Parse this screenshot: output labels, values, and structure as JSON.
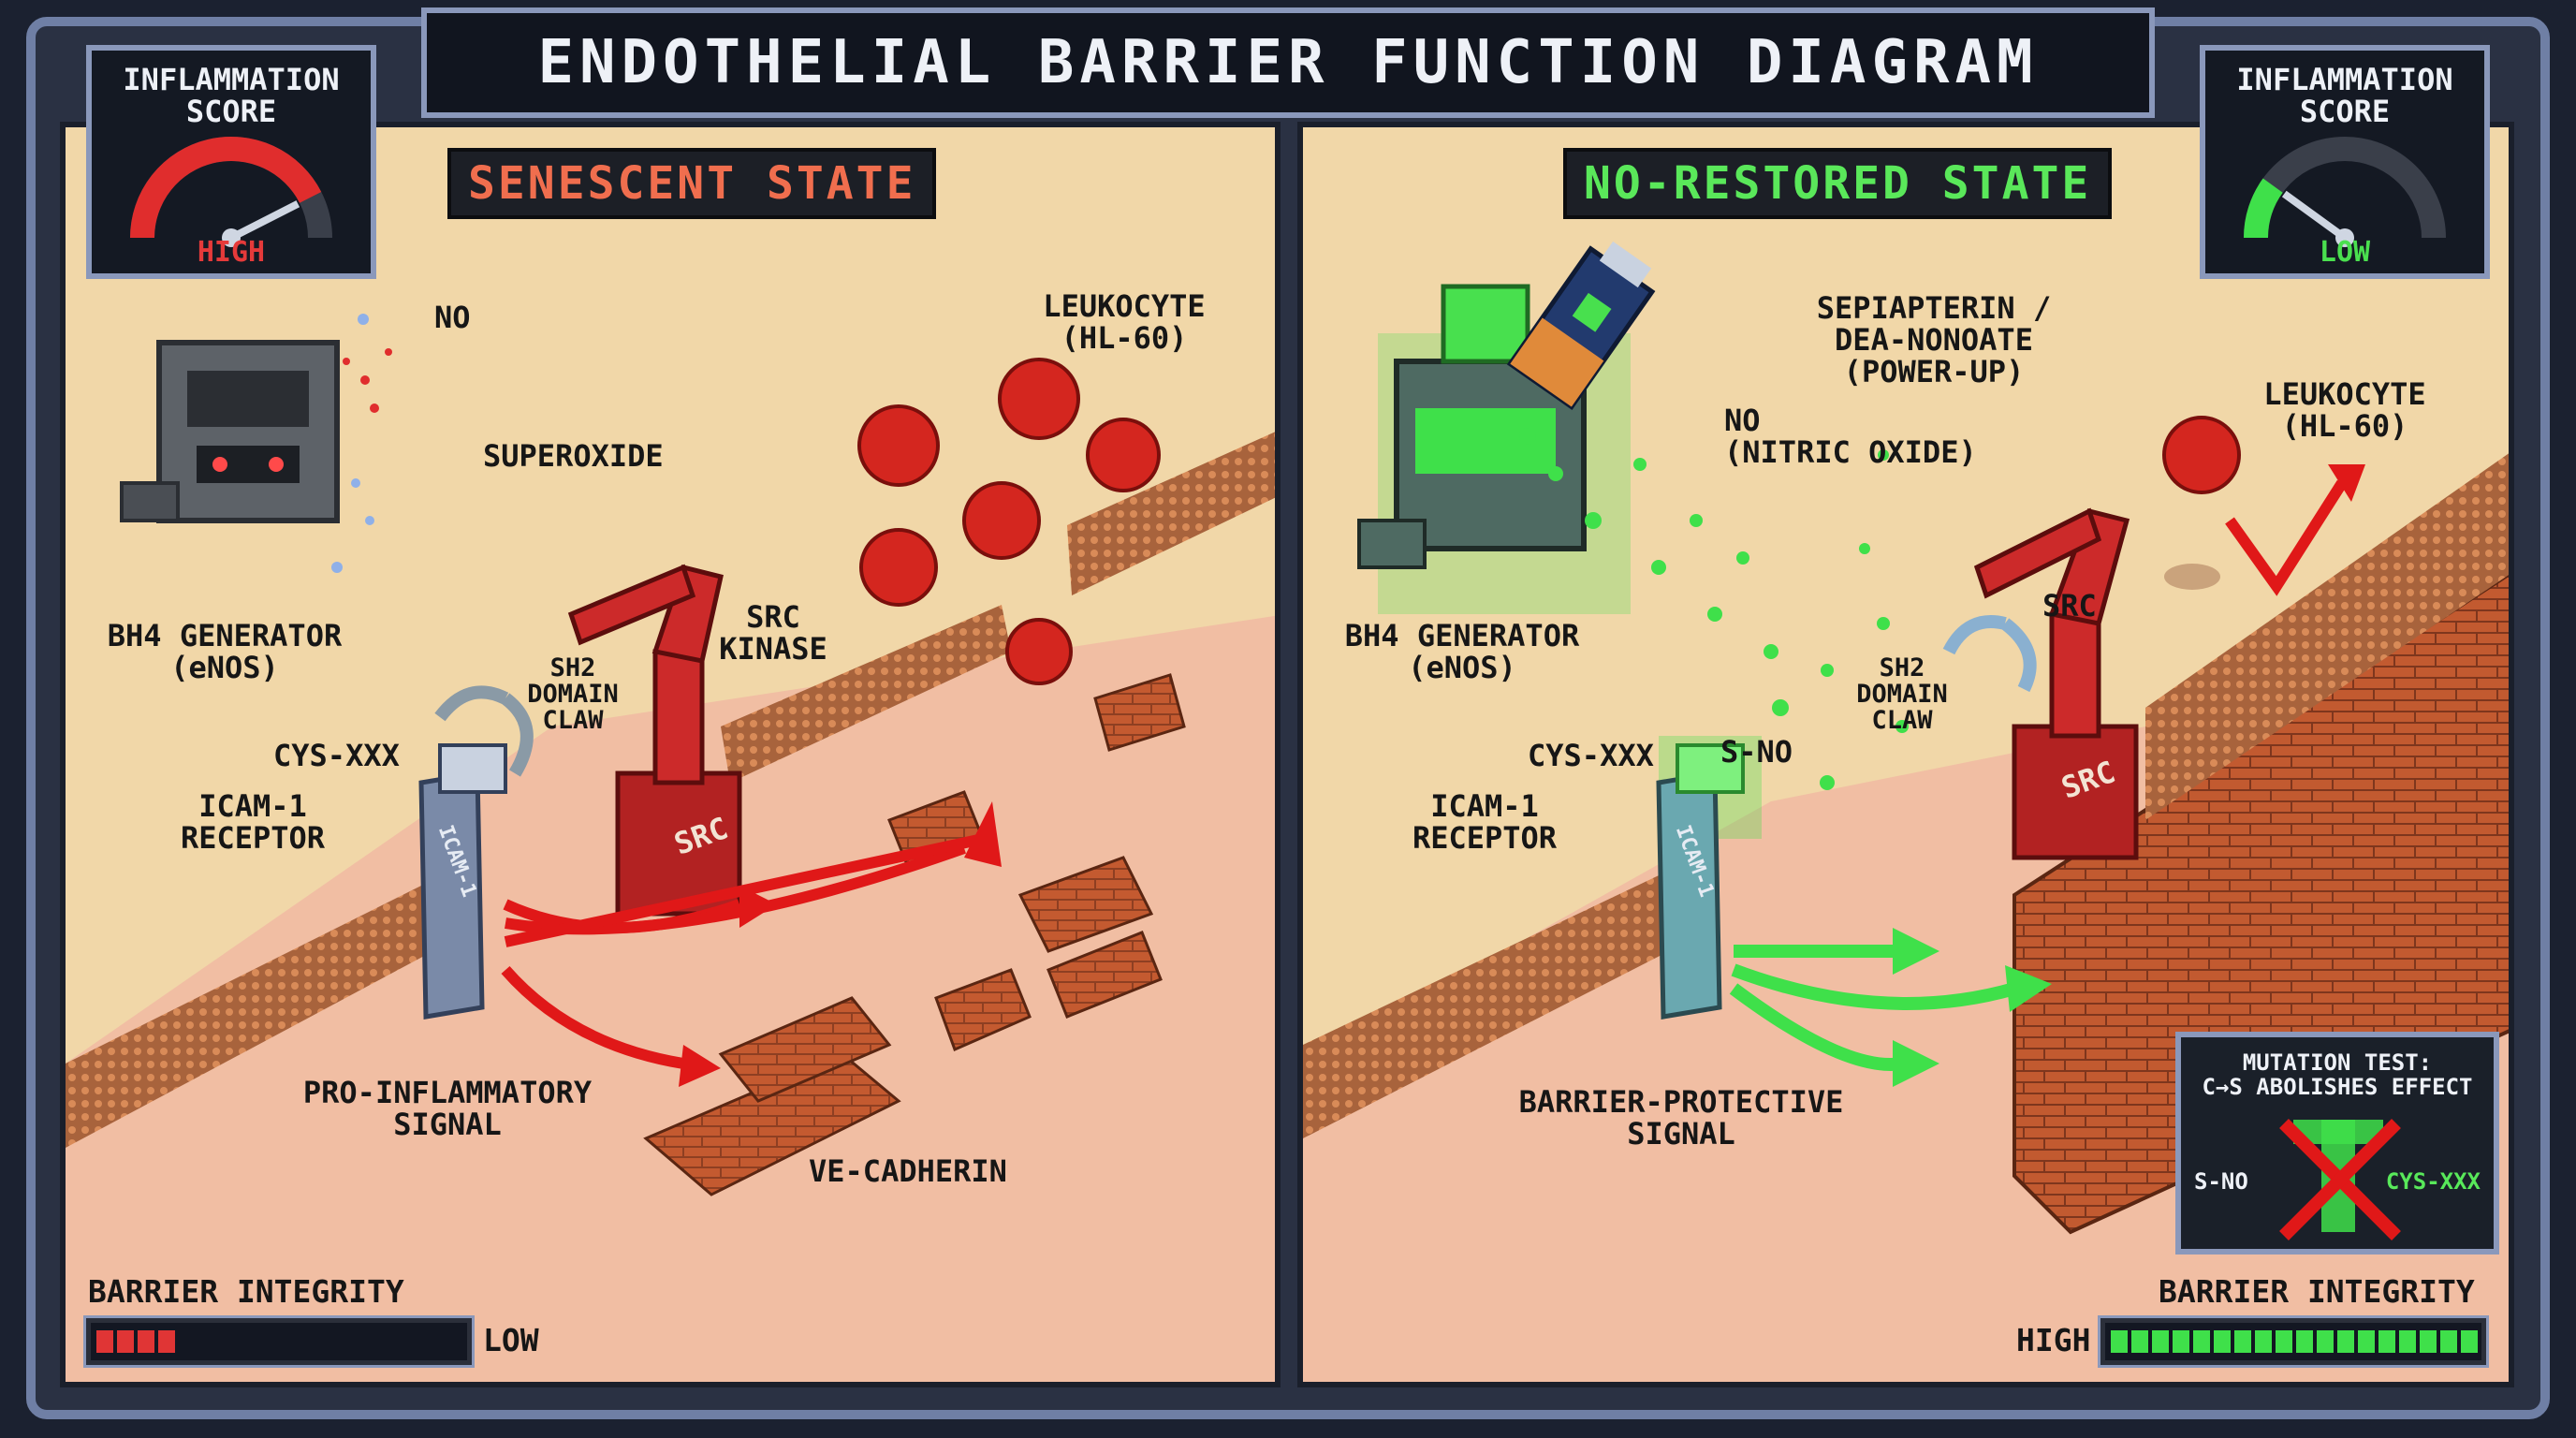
{
  "title": "ENDOTHELIAL BARRIER FUNCTION DIAGRAM",
  "colors": {
    "red_accent": "#e03535",
    "green_accent": "#3fe04a",
    "panel_bg": "#f1d7a8",
    "brick": "#b5522d"
  },
  "left_panel": {
    "state_title": "SENESCENT STATE",
    "gauge": {
      "title": "INFLAMMATION\nSCORE",
      "value": "HIGH",
      "level": 0.85
    },
    "labels": {
      "no": "NO",
      "superoxide": "SUPEROXIDE",
      "bh4": "BH4 GENERATOR\n(eNOS)",
      "leukocyte": "LEUKOCYTE\n(HL-60)",
      "src_kinase": "SRC\nKINASE",
      "sh2": "SH2\nDOMAIN\nCLAW",
      "cys": "CYS-XXX",
      "icam": "ICAM-1\nRECEPTOR",
      "pro_signal": "PRO-INFLAMMATORY\nSIGNAL",
      "ve_cadherin": "VE-CADHERIN",
      "src_tag": "SRC",
      "icam_tag": "ICAM-1"
    },
    "barrier": {
      "title": "BARRIER INTEGRITY",
      "value": "LOW",
      "level": 0.2
    }
  },
  "right_panel": {
    "state_title": "NO-RESTORED STATE",
    "gauge": {
      "title": "INFLAMMATION\nSCORE",
      "value": "LOW",
      "level": 0.2
    },
    "labels": {
      "sepiapterin": "SEPIAPTERIN /\nDEA-NONOATE\n(POWER-UP)",
      "no": "NO\n(NITRIC OXIDE)",
      "leukocyte": "LEUKOCYTE\n(HL-60)",
      "bh4": "BH4 GENERATOR\n(eNOS)",
      "src": "SRC",
      "sh2": "SH2\nDOMAIN\nCLAW",
      "cys": "CYS-XXX",
      "sno": "S-NO",
      "icam": "ICAM-1\nRECEPTOR",
      "barrier_signal": "BARRIER-PROTECTIVE\nSIGNAL",
      "src_tag": "SRC",
      "icam_tag": "ICAM-1"
    },
    "mutation": {
      "title": "MUTATION TEST:\nC→S ABOLISHES EFFECT",
      "left": "S-NO",
      "right": "CYS-XXX"
    },
    "barrier": {
      "title": "BARRIER INTEGRITY",
      "value": "HIGH",
      "level": 1.0
    }
  }
}
